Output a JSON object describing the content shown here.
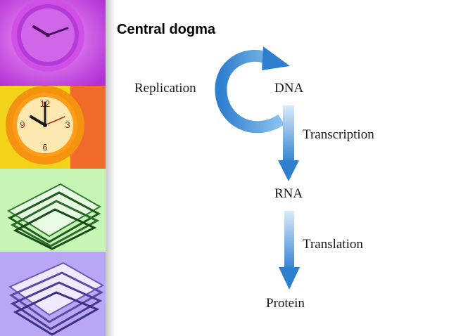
{
  "slide": {
    "title": "Central dogma"
  },
  "diagram": {
    "nodes": {
      "dna": "DNA",
      "rna": "RNA",
      "protein": "Protein"
    },
    "processes": {
      "replication": "Replication",
      "transcription": "Transcription",
      "translation": "Translation"
    },
    "colors": {
      "arrow_dark": "#2f7fcf",
      "arrow_light": "#d8ebfa"
    }
  },
  "side_images": [
    {
      "subject": "clock",
      "tint": "#c033d8"
    },
    {
      "subject": "clock",
      "tint": "#f5a310"
    },
    {
      "subject": "paper-stack",
      "tint": "#77e070"
    },
    {
      "subject": "paper-stack",
      "tint": "#a78af0"
    }
  ]
}
